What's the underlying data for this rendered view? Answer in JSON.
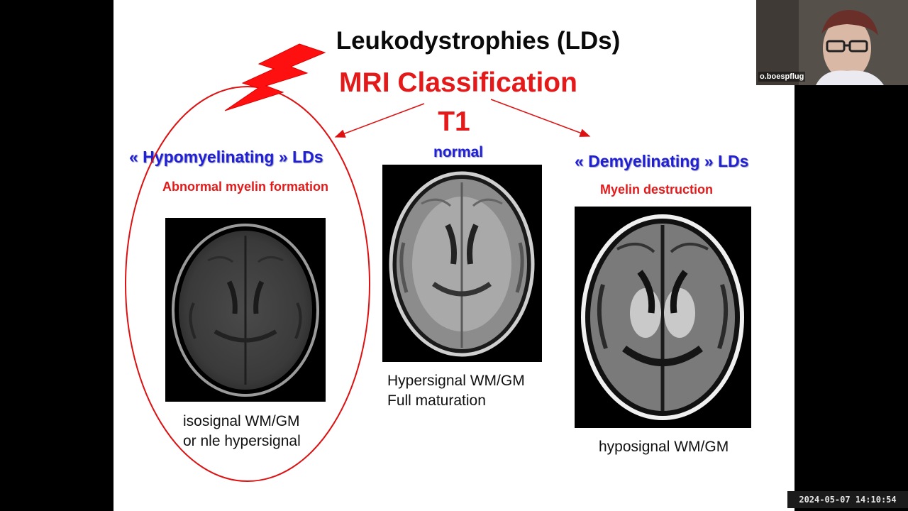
{
  "slide": {
    "title": "Leukodystrophies (LDs)",
    "subtitle": "MRI Classification",
    "sequence": "T1",
    "left": {
      "heading": "« Hypomyelinating » LDs",
      "subheading": "Abnormal myelin formation",
      "caption_line1": "isosignal WM/GM",
      "caption_line2": "or nle hypersignal"
    },
    "center": {
      "heading": "normal",
      "caption_line1": "Hypersignal WM/GM",
      "caption_line2": "Full maturation"
    },
    "right": {
      "heading": "« Demyelinating » LDs",
      "subheading": "Myelin destruction",
      "caption_line1": "hyposignal WM/GM"
    }
  },
  "webcam": {
    "participant_name": "o.boespflug"
  },
  "timestamp": "2024-05-07  14:10:54",
  "colors": {
    "heading_blue": "#1f1fd6",
    "accent_red": "#e41a1a",
    "slide_bg": "#ffffff",
    "frame_bg": "#000000"
  }
}
